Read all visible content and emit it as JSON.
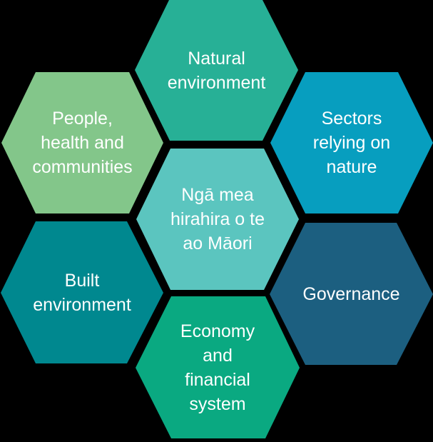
{
  "diagram": {
    "type": "hexagon-cluster",
    "background": "#000000",
    "text_color": "#ffffff",
    "hexagons": [
      {
        "id": "natural",
        "position": "top",
        "label": "Natural\nenvironment",
        "color": "#27B096"
      },
      {
        "id": "people",
        "position": "upper-left",
        "label": "People,\nhealth and\ncommunities",
        "color": "#83C68A"
      },
      {
        "id": "sectors",
        "position": "upper-right",
        "label": "Sectors\nrelying on\nnature",
        "color": "#079EBF"
      },
      {
        "id": "centre",
        "position": "centre",
        "label": "Ngā mea\nhirahira o te\nao Māori",
        "color": "#5BC5BF"
      },
      {
        "id": "built",
        "position": "lower-left",
        "label": "Built\nenvironment",
        "color": "#00888F"
      },
      {
        "id": "governance",
        "position": "lower-right",
        "label": "Governance",
        "color": "#1C5F80"
      },
      {
        "id": "economy",
        "position": "bottom",
        "label": "Economy\nand\nfinancial\nsystem",
        "color": "#0AA981"
      }
    ]
  }
}
